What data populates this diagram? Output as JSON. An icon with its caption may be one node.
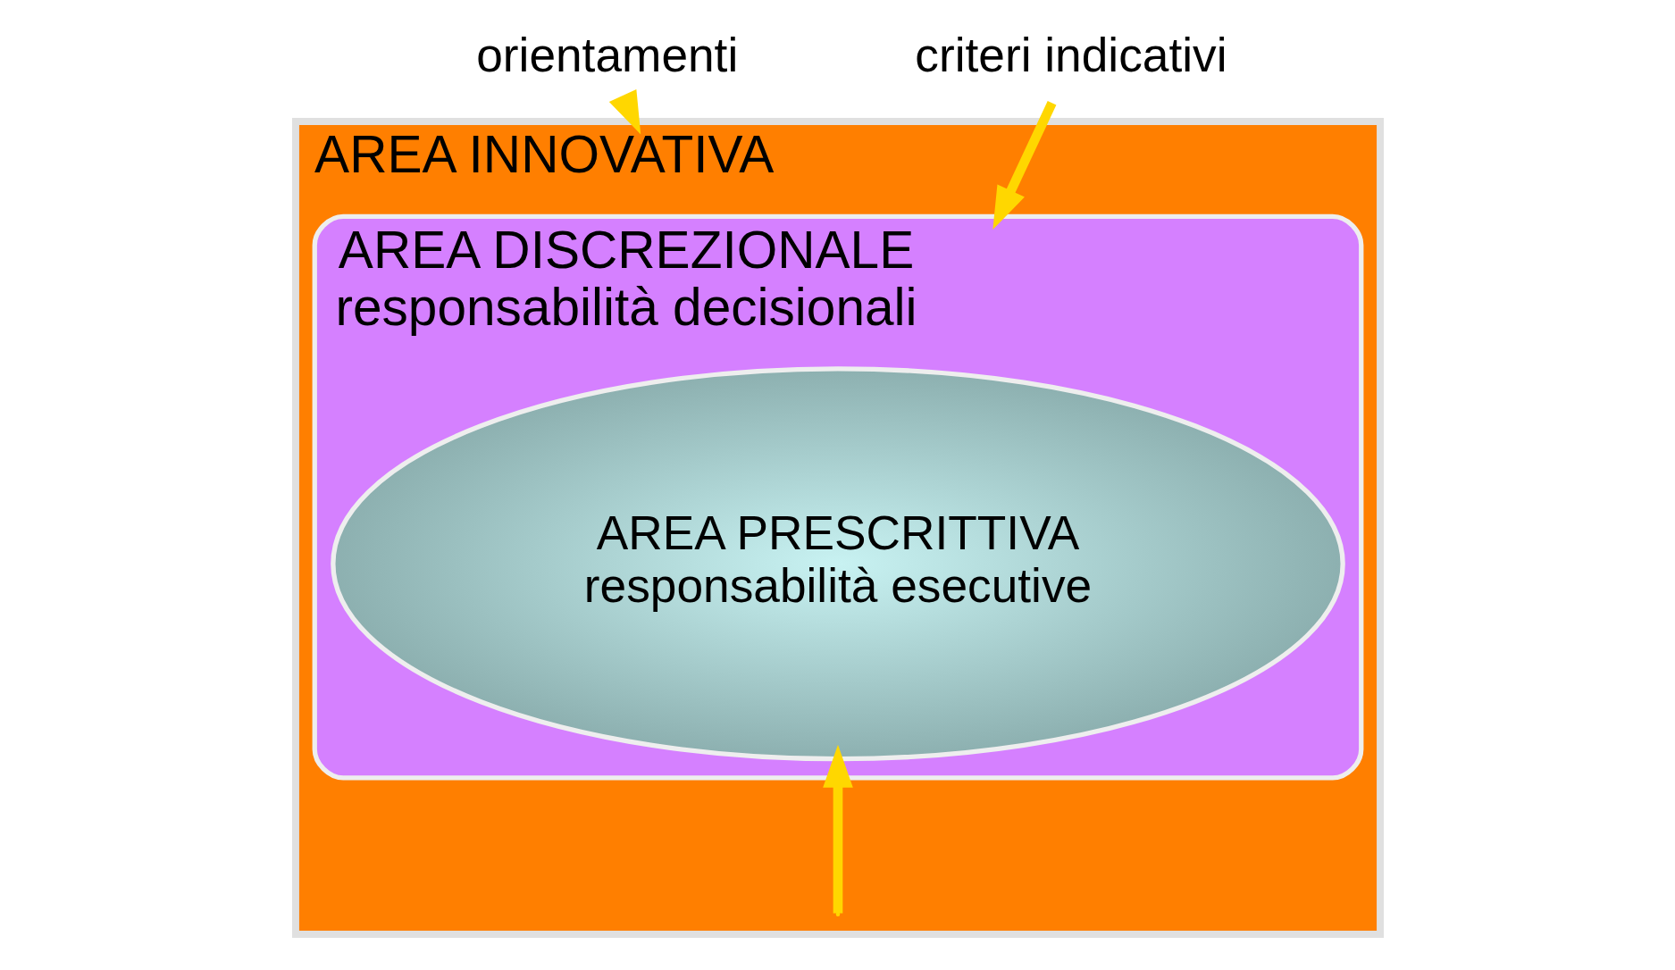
{
  "diagram": {
    "nodes": [
      {
        "text": [
          "AREA INNOVATIVA"
        ]
      },
      {
        "text": [
          "AREA DISCREZIONALE",
          "responsabilità decisionali"
        ],
        "in": 0
      },
      {
        "text": [
          "AREA PRESCRITTIVA",
          "responsabilità esecutive"
        ],
        "in": 1
      },
      {
        "text": [
          "orientamenti"
        ]
      },
      {
        "text": [
          "criteri indicativi"
        ]
      }
    ],
    "edges": [
      {
        "from": 3,
        "to": 0,
        "arrow": "to"
      },
      {
        "from": 4,
        "to": 1,
        "arrow": "to"
      },
      {
        "from": null,
        "to": 2,
        "arrow": "to"
      }
    ]
  }
}
